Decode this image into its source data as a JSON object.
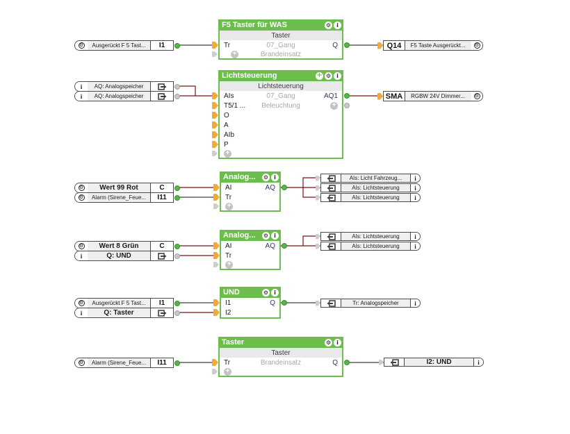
{
  "colors": {
    "block_green": "#6CBE4C",
    "wire_digital": "#3F3F3F",
    "wire_analog": "#7A1113",
    "marker_orange": "#F3A83B",
    "marker_gray": "#CDCDCD",
    "dot_green": "#52B848",
    "dot_gray": "#C8C8C8"
  },
  "blocks": {
    "b1": {
      "title": "F5 Taster für WAS",
      "subtitle": "Taster",
      "in1": "Tr",
      "center1": "07_Gang",
      "center2": "Brandeinsatz",
      "out1": "Q",
      "add": "+"
    },
    "b2": {
      "title": "Lichtsteuerung",
      "subtitle": "Lichtsteuerung",
      "in1": "AIs",
      "in2": "T5/1 ...",
      "in3": "O",
      "in4": "A",
      "in5": "AIb",
      "in6": "P",
      "center1": "07_Gang",
      "center2": "Beleuchtung",
      "out1": "AQ1",
      "add": "+"
    },
    "b3": {
      "title": "Analog...",
      "in1": "AI",
      "in2": "Tr",
      "out1": "AQ",
      "add": "+"
    },
    "b4": {
      "title": "Analog...",
      "in1": "AI",
      "in2": "Tr",
      "out1": "AQ",
      "add": "+"
    },
    "b5": {
      "title": "UND",
      "in1": "I1",
      "in2": "I2",
      "out1": "Q"
    },
    "b6": {
      "title": "Taster",
      "subtitle": "Taster",
      "in1": "Tr",
      "center1": "Brandeinsatz",
      "out1": "Q",
      "add": "+"
    }
  },
  "left_elements": [
    {
      "label": "Ausgerückt F 5 Tast...",
      "port": "I1"
    },
    {
      "label": "AQ: Analogspeicher"
    },
    {
      "label": "AQ: Analogspeicher"
    },
    {
      "label": "Wert 99 Rot",
      "port": "C"
    },
    {
      "label": "Alarm (Sirene_Feue...",
      "port": "I11"
    },
    {
      "label": "Wert 8 Grün",
      "port": "C"
    },
    {
      "label": "Q: UND"
    },
    {
      "label": "Ausgerückt F 5 Tast...",
      "port": "I1"
    },
    {
      "label": "Q: Taster"
    },
    {
      "label": "Alarm (Sirene_Feue...",
      "port": "I11"
    }
  ],
  "right_refs": [
    {
      "label": "AIs: Licht Fahrzeug..."
    },
    {
      "label": "AIs: Lichtsteuerung"
    },
    {
      "label": "AIs: Lichtsteuerung"
    },
    {
      "label": "AIs: Lichtsteuerung"
    },
    {
      "label": "AIs: Lichtsteuerung"
    },
    {
      "label": "Tr: Analogspeicher"
    },
    {
      "label": "I2: UND"
    }
  ],
  "out_elements": [
    {
      "port": "Q14",
      "label": "F5 Taste Ausgerückt..."
    },
    {
      "port": "SMA",
      "label": "RGBW 24V Dimmer..."
    }
  ],
  "icons": {
    "gear": "⚙",
    "info": "i",
    "move": "+"
  }
}
